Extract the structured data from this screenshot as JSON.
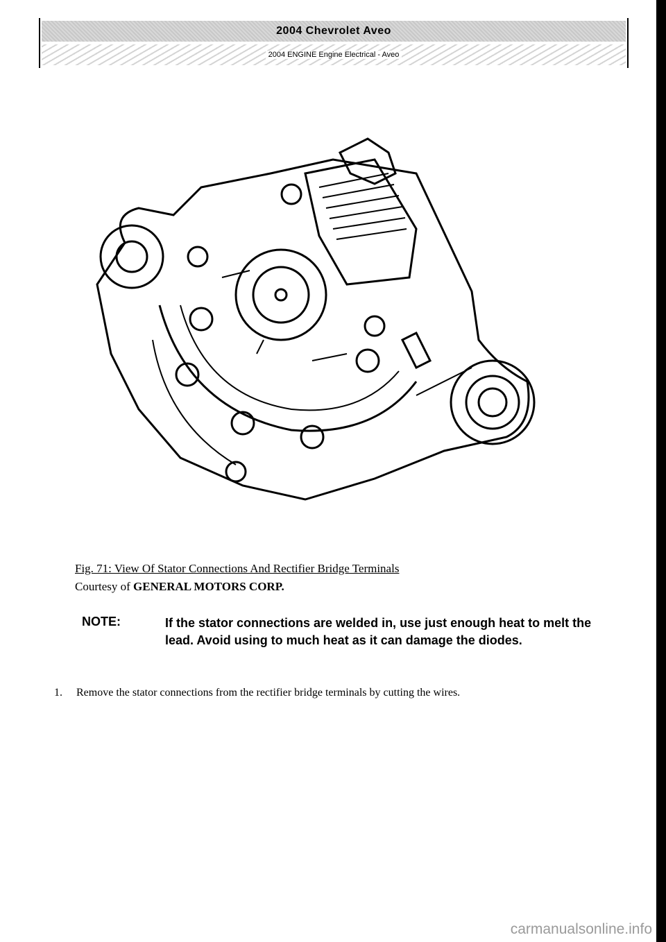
{
  "header": {
    "title": "2004 Chevrolet Aveo",
    "subtitle": "2004 ENGINE Engine Electrical - Aveo"
  },
  "figure": {
    "caption": "Fig. 71: View Of Stator Connections And Rectifier Bridge Terminals",
    "courtesy_prefix": "Courtesy of",
    "courtesy_source": "GENERAL MOTORS CORP."
  },
  "note": {
    "label": "NOTE:",
    "text": "If the stator connections are welded in, use just enough heat to melt the lead. Avoid using to much heat as it can damage the diodes."
  },
  "steps": [
    {
      "number": "1.",
      "text": "Remove the stator connections from the rectifier bridge terminals by cutting the wires."
    }
  ],
  "watermark": "carmanualsonline.info"
}
